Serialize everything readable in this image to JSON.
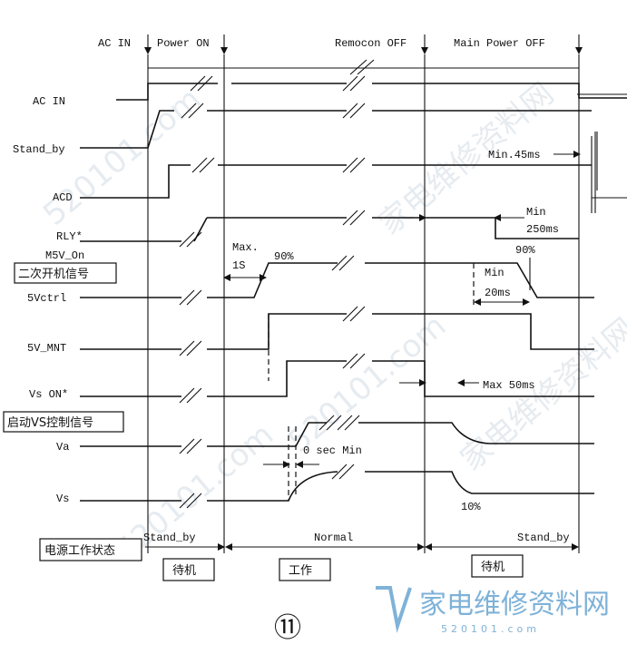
{
  "events": {
    "ac_in": "AC IN",
    "power_on": "Power ON",
    "remocon_off": "Remocon OFF",
    "main_power_off": "Main Power OFF"
  },
  "signals": {
    "ac_in": "AC IN",
    "stand_by": "Stand_by",
    "acd": "ACD",
    "rly": "RLY*",
    "m5v_on": "M5V_On",
    "secondary_on_signal": "二次开机信号",
    "v5ctrl": "5Vctrl",
    "v5_mnt": "5V_MNT",
    "vs_on": "Vs ON*",
    "vs_control_signal": "启动VS控制信号",
    "va": "Va",
    "vs": "Vs",
    "power_state": "电源工作状态"
  },
  "annotations": {
    "min_45ms": "Min.45ms",
    "min": "Min",
    "ms250": "250ms",
    "max": "Max.",
    "s1": "1S",
    "pct90_a": "90%",
    "pct90_b": "90%",
    "min_b": "Min",
    "ms20": "20ms",
    "max_50ms": "Max 50ms",
    "zero_sec_min": "0 sec Min",
    "pct10": "10%"
  },
  "states": {
    "stand_by_left": "Stand_by",
    "normal": "Normal",
    "stand_by_right": "Stand_by",
    "standby_cn": "待机",
    "working_cn": "工作",
    "standby_cn_right": "待机"
  },
  "figure_number": "⑪",
  "watermark": {
    "logo": "家电维修资料网",
    "url": "520101.com"
  }
}
